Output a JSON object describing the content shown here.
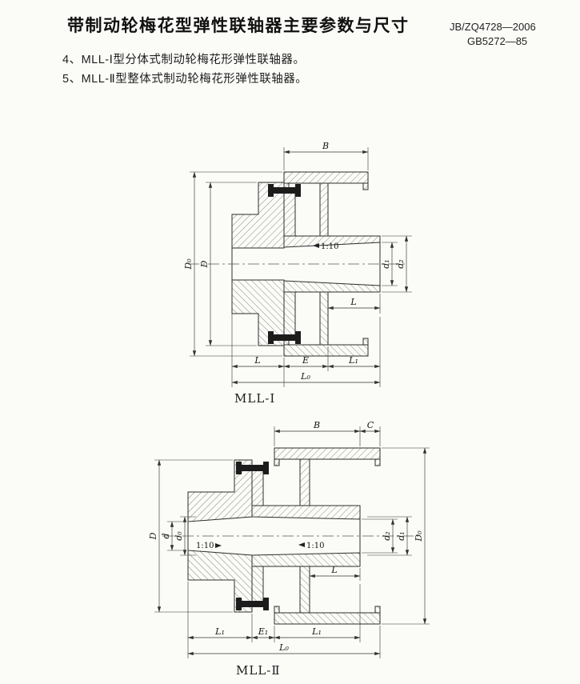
{
  "header": {
    "title": "带制动轮梅花型弹性联轴器主要参数与尺寸",
    "standard_line1": "JB/ZQ4728—2006",
    "standard_line2": "GB5272—85"
  },
  "notes": {
    "item4": "4、MLL-Ⅰ型分体式制动轮梅花形弹性联轴器。",
    "item5": "5、MLL-Ⅱ型整体式制动轮梅花形弹性联轴器。"
  },
  "figure1": {
    "caption": "MLL-Ⅰ",
    "labels": {
      "B": "B",
      "D0": "D₀",
      "D": "D",
      "d1": "d₁",
      "d2": "d₂",
      "taper": "1:10",
      "L_right": "L",
      "L": "L",
      "E": "E",
      "L1": "L₁",
      "L0": "L₀"
    }
  },
  "figure2": {
    "caption": "MLL-Ⅱ",
    "labels": {
      "B": "B",
      "C": "C",
      "D": "D",
      "d": "d",
      "d0": "d₀",
      "d2": "d₂",
      "d1": "d₁",
      "D0": "D₀",
      "taper_left": "1:10",
      "taper_right": "1:10",
      "L": "L",
      "L1_left": "L₁",
      "E1": "E₁",
      "L1_right": "L₁",
      "L0": "L₀"
    }
  }
}
